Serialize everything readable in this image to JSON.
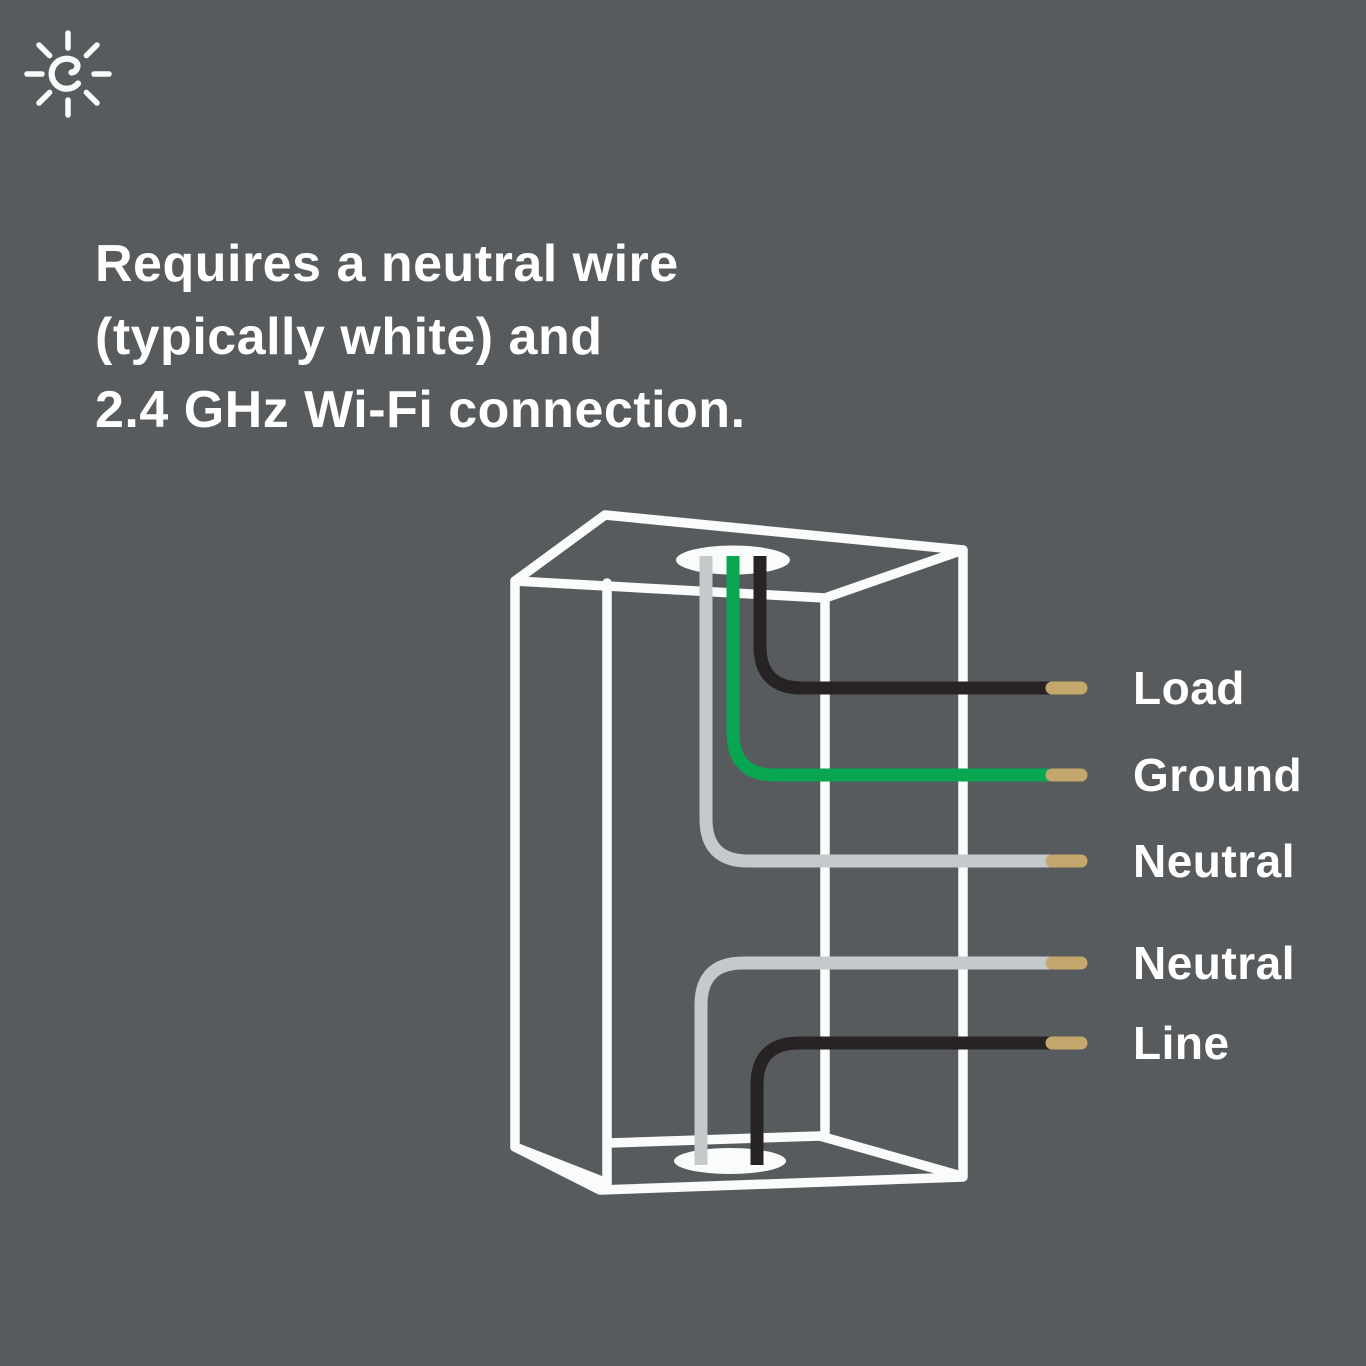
{
  "background_color": "#585b5d",
  "brand": {
    "logo_icon": "cync-sunburst-c-logo"
  },
  "headline": {
    "lines": [
      "Requires a neutral wire",
      "(typically white) and",
      "2.4 GHz Wi-Fi connection."
    ],
    "color": "#ffffff"
  },
  "diagram": {
    "description": "wireframe-electrical-box-with-wires",
    "wire_labels": [
      {
        "label": "Load",
        "wire": "black"
      },
      {
        "label": "Ground",
        "wire": "green"
      },
      {
        "label": "Neutral",
        "wire": "gray"
      },
      {
        "label": "Neutral",
        "wire": "gray"
      },
      {
        "label": "Line",
        "wire": "black"
      }
    ],
    "colors": {
      "box_outline": "#fafbfb",
      "black_wire": "#272325",
      "green_wire": "#08a651",
      "gray_wire": "#c6c9cb",
      "copper_tip": "#c3a76c",
      "label_text": "#ffffff"
    }
  }
}
